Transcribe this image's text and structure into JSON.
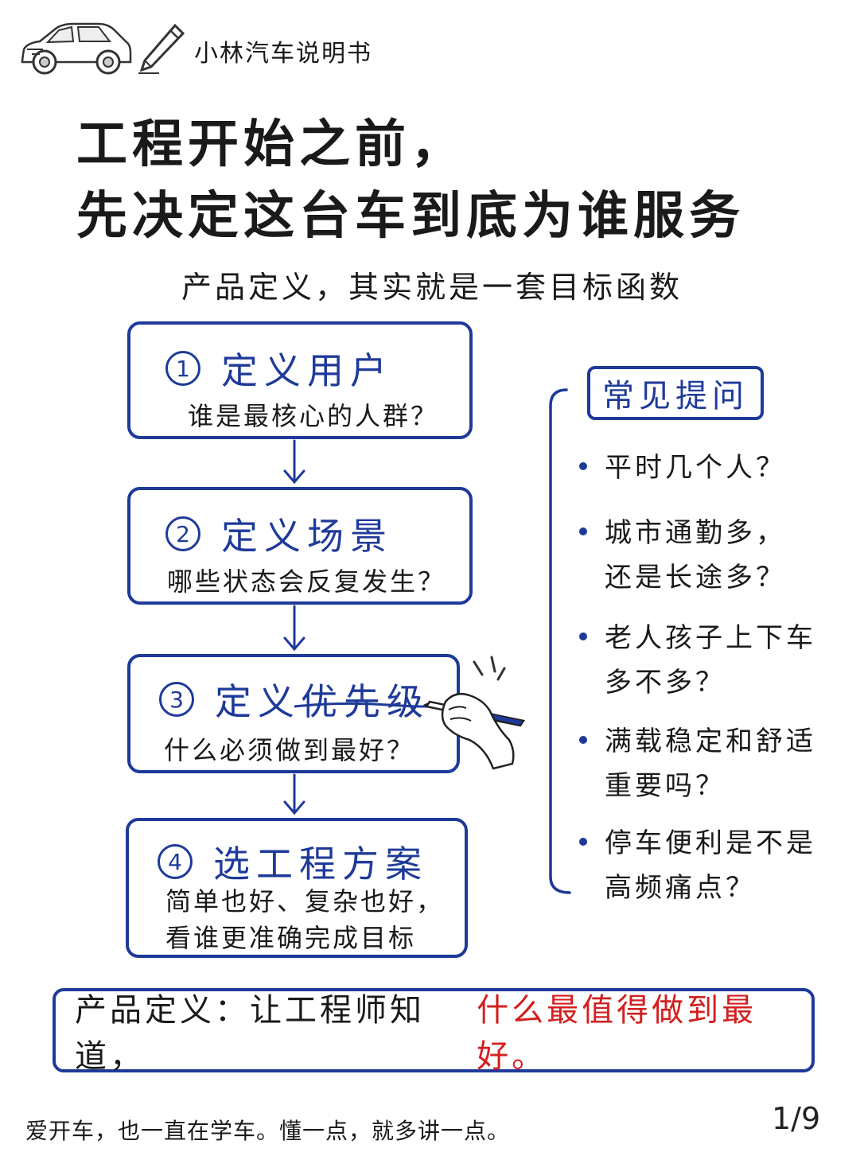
{
  "brand": "小林汽车说明书",
  "title_line1": "工程开始之前，",
  "title_line2": "先决定这台车到底为谁服务",
  "subtitle": "产品定义，其实就是一套目标函数",
  "steps": [
    {
      "num": "1",
      "title": "定义用户",
      "desc": [
        "谁是最核心的人群？"
      ]
    },
    {
      "num": "2",
      "title": "定义场景",
      "desc": [
        "哪些状态会反复发生？"
      ]
    },
    {
      "num": "3",
      "title": "定义优先级",
      "desc": [
        "什么必须做到最好？"
      ]
    },
    {
      "num": "4",
      "title": "选工程方案",
      "desc": [
        "简单也好、复杂也好，",
        "看谁更准确完成目标"
      ]
    }
  ],
  "faq": {
    "title": "常见提问",
    "items": [
      [
        "平时几个人？"
      ],
      [
        "城市通勤多，",
        "还是长途多？"
      ],
      [
        "老人孩子上下车",
        "多不多？"
      ],
      [
        "满载稳定和舒适",
        "重要吗？"
      ],
      [
        "停车便利是不是",
        "高频痛点？"
      ]
    ]
  },
  "conclusion": {
    "prefix": "产品定义：让工程师知道，",
    "highlight": "什么最值得做到最好。",
    "highlight_color": "#d21f1f"
  },
  "footer": "爱开车，也一直在学车。懂一点，就多讲一点。",
  "page_number": "1/9",
  "colors": {
    "accent": "#1e3a99",
    "text": "#1a1a1a"
  },
  "icons": [
    "car-icon",
    "pencil-icon",
    "hand-with-pen-icon",
    "arrow-down-icon"
  ]
}
